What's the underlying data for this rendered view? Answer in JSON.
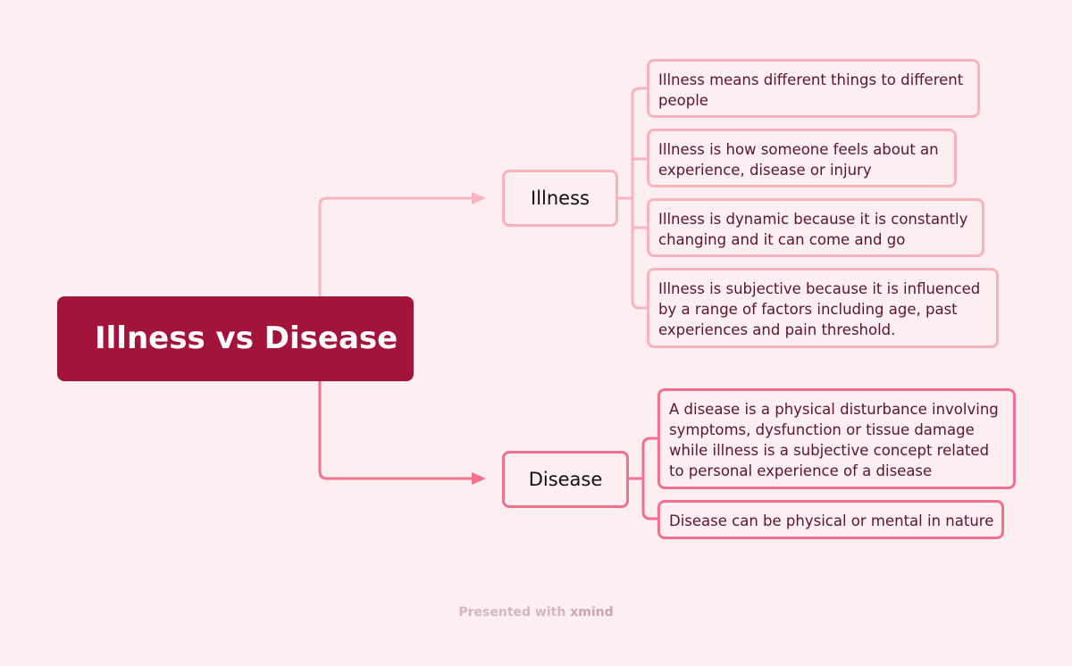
{
  "central_topic": "Illness vs Disease",
  "branches": [
    {
      "label": "Illness",
      "items": [
        [
          "Illness means different things to different",
          "people"
        ],
        [
          "Illness is how someone feels about an",
          "experience, disease or injury"
        ],
        [
          "Illness is dynamic because it is constantly",
          "changing and it can come and go"
        ],
        [
          "Illness is subjective because it is influenced",
          "by a range of factors including age, past",
          "experiences and pain threshold."
        ]
      ]
    },
    {
      "label": "Disease",
      "items": [
        [
          "A disease is a physical disturbance involving",
          "symptoms, dysfunction or tissue damage",
          "while illness is a subjective concept related",
          "to personal experience of a disease"
        ],
        [
          "Disease can be physical or mental in nature"
        ]
      ]
    }
  ],
  "footer": {
    "prefix": "Presented with ",
    "brand": "xmind"
  },
  "colors": {
    "background": "#fdeef1",
    "root": "#a3143b",
    "illness_line": "#f7b3c0",
    "disease_line": "#f0708e"
  }
}
